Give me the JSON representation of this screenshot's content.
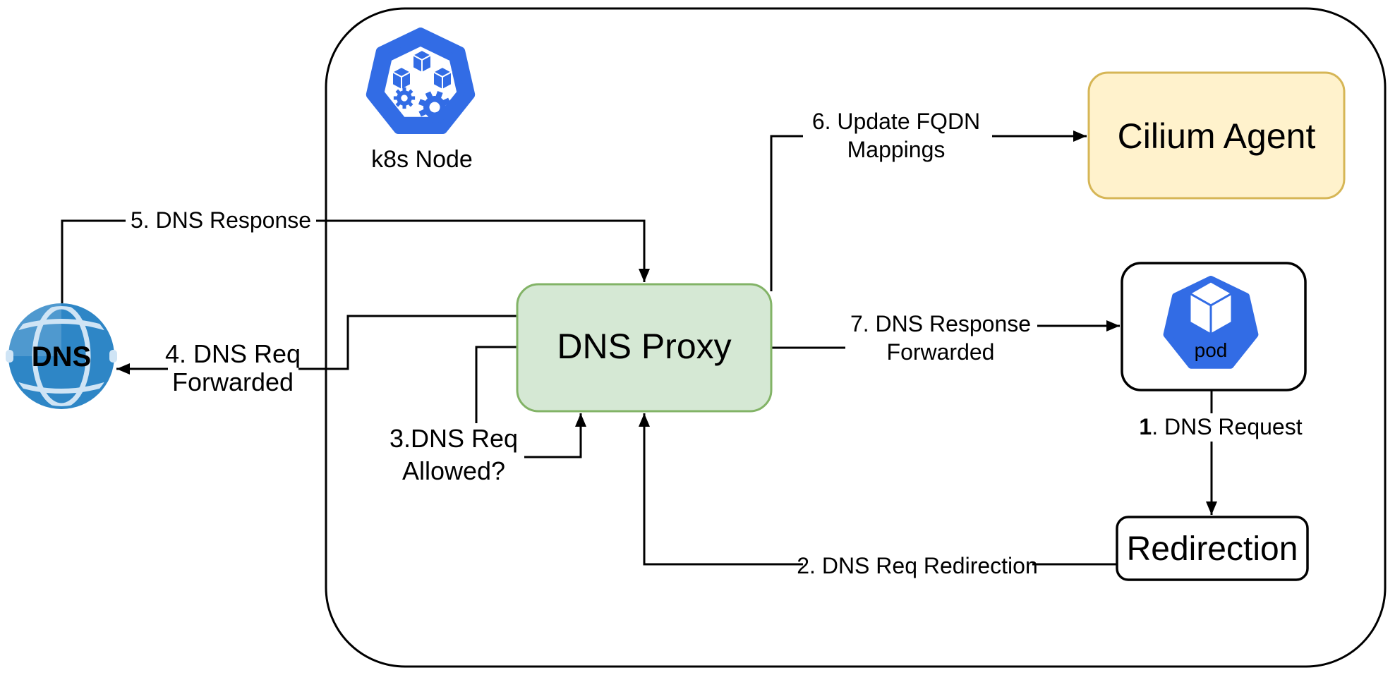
{
  "diagram": {
    "container": {
      "label": "k8s Node"
    },
    "nodes": {
      "cilium_agent": "Cilium Agent",
      "dns_proxy": "DNS Proxy",
      "pod": "pod",
      "redirection": "Redirection",
      "dns_server": "DNS"
    },
    "edge_labels": {
      "step1_num": "1",
      "step1_rest": ". DNS Request",
      "step2": "2. DNS Req Redirection",
      "step3_line1": "3.DNS Req",
      "step3_line2": "Allowed?",
      "step4_line1": "4. DNS Req",
      "step4_line2": "Forwarded",
      "step5": "5. DNS Response",
      "step6_line1": "6. Update FQDN",
      "step6_line2": "Mappings",
      "step7_line1": "7. DNS Response",
      "step7_line2": "Forwarded"
    },
    "colors": {
      "k8s_blue": "#326CE5",
      "globe_blue": "#2E86C6",
      "globe_line_light": "#CFE4F5",
      "dns_proxy_fill": "#D5E8D4",
      "dns_proxy_stroke": "#82B366",
      "cilium_agent_fill": "#FFF2CC",
      "cilium_agent_stroke": "#D6B656",
      "connector": "#000000"
    }
  }
}
